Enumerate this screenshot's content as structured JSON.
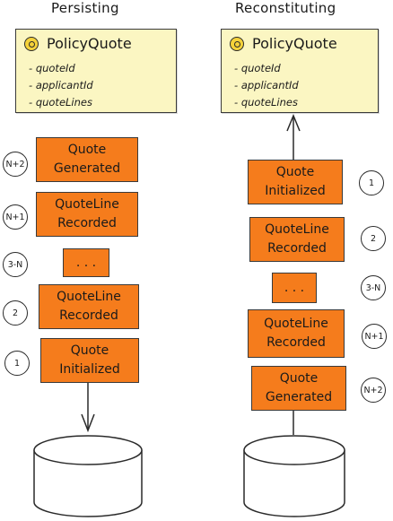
{
  "left": {
    "title": "Persisting",
    "aggregate": {
      "name": "PolicyQuote",
      "fields": [
        "quoteId",
        "applicantId",
        "quoteLines"
      ]
    },
    "events": [
      {
        "line1": "Quote",
        "line2": "Generated",
        "number": "N+2"
      },
      {
        "line1": "QuoteLine",
        "line2": "Recorded",
        "number": "N+1"
      },
      {
        "line1": ". . .",
        "line2": "",
        "number": "3-N"
      },
      {
        "line1": "QuoteLine",
        "line2": "Recorded",
        "number": "2"
      },
      {
        "line1": "Quote",
        "line2": "Initialized",
        "number": "1"
      }
    ]
  },
  "right": {
    "title": "Reconstituting",
    "aggregate": {
      "name": "PolicyQuote",
      "fields": [
        "quoteId",
        "applicantId",
        "quoteLines"
      ]
    },
    "events": [
      {
        "line1": "Quote",
        "line2": "Initialized",
        "number": "1"
      },
      {
        "line1": "QuoteLine",
        "line2": "Recorded",
        "number": "2"
      },
      {
        "line1": ". . .",
        "line2": "",
        "number": "3-N"
      },
      {
        "line1": "QuoteLine",
        "line2": "Recorded",
        "number": "N+1"
      },
      {
        "line1": "Quote",
        "line2": "Generated",
        "number": "N+2"
      }
    ]
  },
  "colors": {
    "event": "#f57c1c",
    "aggregate": "#fbf6c2",
    "stroke": "#3a3a3a"
  }
}
